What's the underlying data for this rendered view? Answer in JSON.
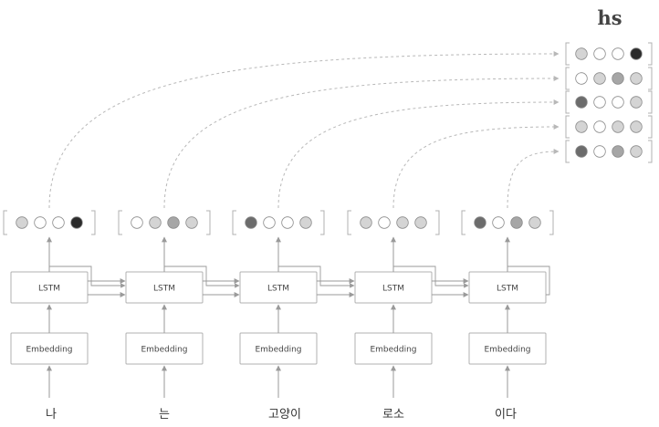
{
  "title": "hs",
  "lstm_label": "LSTM",
  "embedding_label": "Embedding",
  "tokens": [
    "나",
    "는",
    "고양이",
    "로소",
    "이다"
  ],
  "colors": {
    "white": "#ffffff",
    "light": "#d4d4d4",
    "mid": "#a6a6a6",
    "dark": "#6c6c6c",
    "black": "#2b2b2b",
    "box_stroke": "#b0b0b0",
    "line": "#9a9a9a",
    "dashed": "#b8b8b8"
  },
  "hidden_states": [
    [
      "light",
      "white",
      "white",
      "black"
    ],
    [
      "white",
      "light",
      "mid",
      "light"
    ],
    [
      "dark",
      "white",
      "white",
      "light"
    ],
    [
      "light",
      "white",
      "light",
      "light"
    ],
    [
      "dark",
      "white",
      "mid",
      "light"
    ]
  ]
}
